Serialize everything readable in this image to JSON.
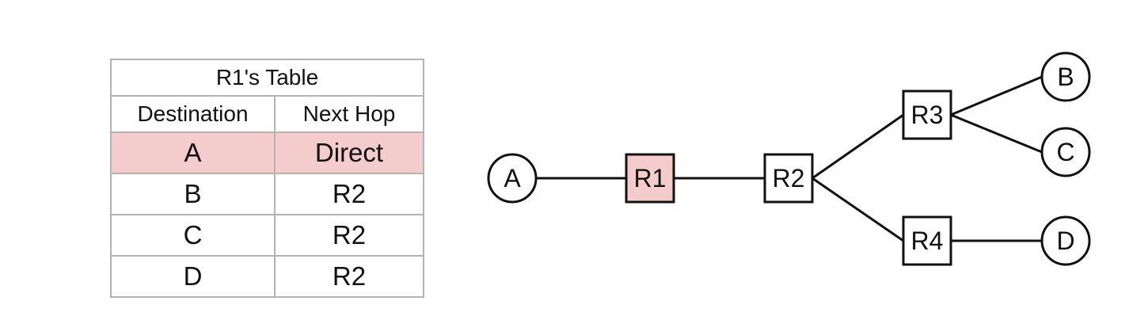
{
  "table": {
    "title": "R1's Table",
    "headers": [
      "Destination",
      "Next Hop"
    ],
    "rows": [
      {
        "destination": "A",
        "next_hop": "Direct",
        "highlighted": true
      },
      {
        "destination": "B",
        "next_hop": "R2",
        "highlighted": false
      },
      {
        "destination": "C",
        "next_hop": "R2",
        "highlighted": false
      },
      {
        "destination": "D",
        "next_hop": "R2",
        "highlighted": false
      }
    ],
    "highlight_color": "#f4cccc"
  },
  "diagram": {
    "hosts": [
      "A",
      "B",
      "C",
      "D"
    ],
    "routers": [
      "R1",
      "R2",
      "R3",
      "R4"
    ],
    "highlighted_router": "R1",
    "highlight_color": "#f4cccc",
    "links": [
      [
        "A",
        "R1"
      ],
      [
        "R1",
        "R2"
      ],
      [
        "R2",
        "R3"
      ],
      [
        "R2",
        "R4"
      ],
      [
        "R3",
        "B"
      ],
      [
        "R3",
        "C"
      ],
      [
        "R4",
        "D"
      ]
    ]
  }
}
